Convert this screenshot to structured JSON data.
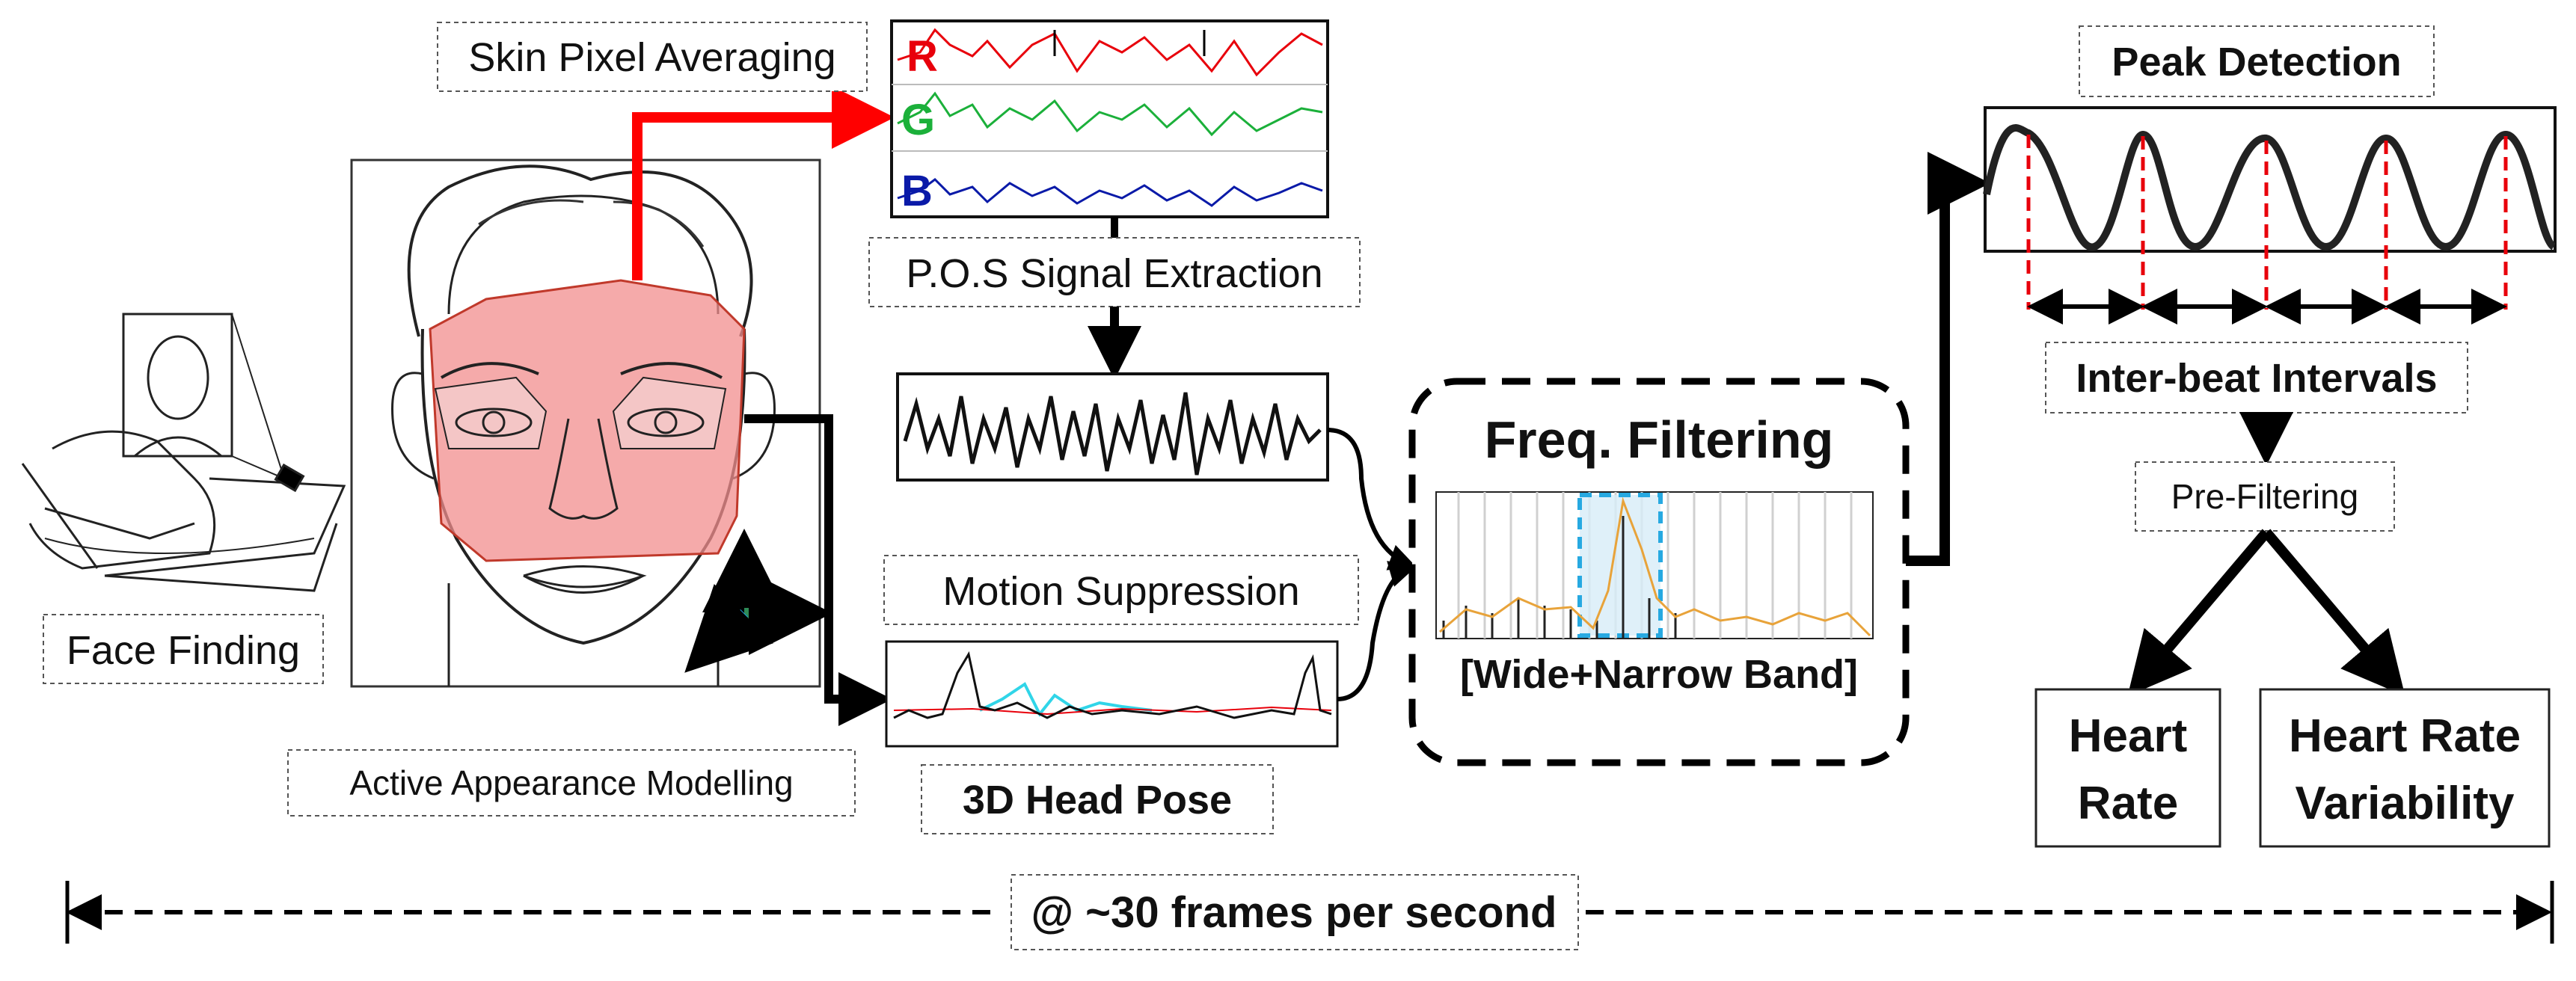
{
  "labels": {
    "skin_pixel_averaging": "Skin Pixel Averaging",
    "pos_signal_extraction": "P.O.S Signal Extraction",
    "motion_suppression": "Motion Suppression",
    "head_pose_3d": "3D Head Pose",
    "face_finding": "Face Finding",
    "active_appearance_modelling": "Active Appearance Modelling",
    "freq_filtering": "Freq. Filtering",
    "wide_narrow_band": "[Wide+Narrow Band]",
    "peak_detection": "Peak Detection",
    "inter_beat_intervals": "Inter-beat Intervals",
    "pre_filtering": "Pre-Filtering",
    "heart_rate_line1": "Heart",
    "heart_rate_line2": "Rate",
    "hrv_line1": "Heart Rate",
    "hrv_line2": "Variability",
    "frame_rate": "@ ~30 frames per second"
  },
  "channels": {
    "r": "R",
    "g": "G",
    "b": "B"
  },
  "colors": {
    "red_channel": "#e8000b",
    "green_channel": "#1bb03a",
    "blue_channel": "#0a1aa8",
    "skin_overlay": "#f28e8e",
    "arrow_red": "#ff0000",
    "axis_darkred": "#7a0000",
    "axis_green": "#2e8b57",
    "axis_cyan": "#1aa7e6",
    "spectrum_line": "#e8a33a",
    "band_box": "#27a9e1",
    "peak_marker": "#e8000b"
  }
}
